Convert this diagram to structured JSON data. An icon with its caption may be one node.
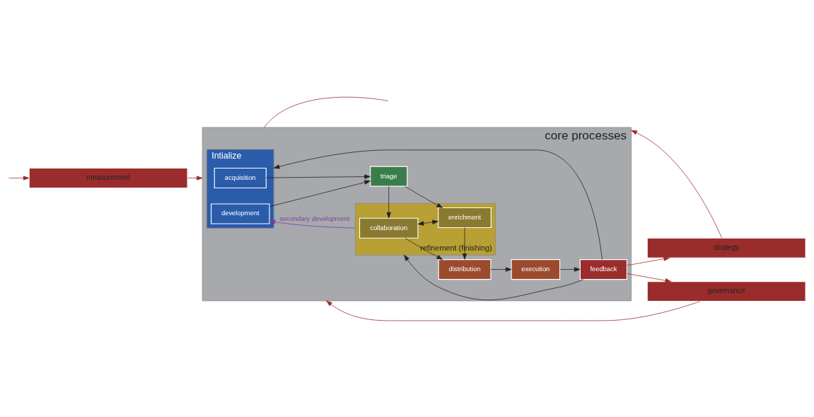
{
  "diagram": {
    "nodes": [
      {
        "text": [
          "core processes"
        ]
      },
      {
        "text": [
          "Intialize"
        ],
        "in": 0
      },
      {
        "text": [
          "acquisition"
        ],
        "in": 1
      },
      {
        "text": [
          "development"
        ],
        "in": 1
      },
      {
        "text": [
          "triage"
        ],
        "in": 0
      },
      {
        "text": [
          "refinement (finishing)"
        ],
        "in": 0
      },
      {
        "text": [
          "collaboration"
        ],
        "in": 5
      },
      {
        "text": [
          "enrichment"
        ],
        "in": 5
      },
      {
        "text": [
          "distribution"
        ],
        "in": 0
      },
      {
        "text": [
          "execution"
        ],
        "in": 0
      },
      {
        "text": [
          "feedback"
        ],
        "in": 0
      },
      {
        "text": [
          "strategy"
        ]
      },
      {
        "text": [
          "governance"
        ]
      },
      {
        "text": [
          "measurement"
        ]
      }
    ],
    "edges": [
      {
        "from": 2,
        "to": 4,
        "arrow": "to"
      },
      {
        "from": 3,
        "to": 4,
        "arrow": "to"
      },
      {
        "from": 4,
        "to": 6,
        "arrow": "to"
      },
      {
        "from": 4,
        "to": 7,
        "arrow": "to"
      },
      {
        "from": 6,
        "to": 7,
        "arrow": "both"
      },
      {
        "from": 6,
        "to": 8,
        "arrow": "to"
      },
      {
        "from": 7,
        "to": 8,
        "arrow": "to"
      },
      {
        "from": 8,
        "to": 9,
        "arrow": "to"
      },
      {
        "from": 9,
        "to": 10,
        "arrow": "to"
      },
      {
        "from": 10,
        "to": 5,
        "arrow": "to"
      },
      {
        "from": 10,
        "to": 1,
        "arrow": "to"
      },
      {
        "from": 5,
        "to": 3,
        "arrow": "to",
        "label": "secondary development",
        "color": "#7b3fa0"
      },
      {
        "from": 10,
        "to": 11,
        "arrow": "to",
        "color": "#9b2c2c"
      },
      {
        "from": 10,
        "to": 12,
        "arrow": "to",
        "color": "#9b2c2c"
      },
      {
        "from": 11,
        "to": 0,
        "arrow": "to",
        "color": "#9b2c2c"
      },
      {
        "from": 12,
        "to": 0,
        "arrow": "to",
        "color": "#9b2c2c"
      },
      {
        "from": 13,
        "to": 0,
        "arrow": "to",
        "color": "#9b2c2c"
      },
      {
        "from": null,
        "to": 13,
        "arrow": "to",
        "color": "#9b2c2c"
      },
      {
        "from": 0,
        "to": null,
        "arrow": "none",
        "color": "#9b2c2c"
      }
    ]
  }
}
